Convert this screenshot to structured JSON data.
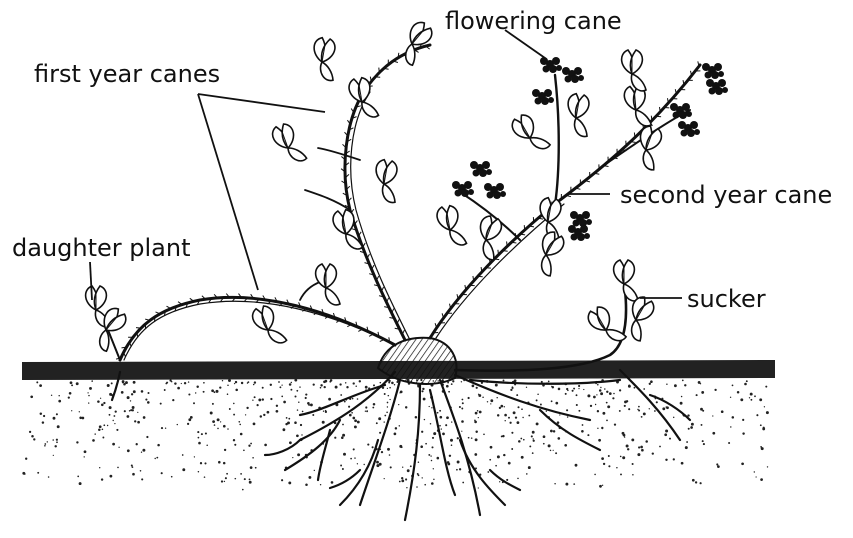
{
  "labels": {
    "flowering_cane": "flowering cane",
    "first_year_canes": "first year canes",
    "second_year_cane": "second year cane",
    "daughter_plant": "daughter plant",
    "sucker": "sucker"
  },
  "colors": {
    "ink": "#111111",
    "background": "#ffffff"
  }
}
